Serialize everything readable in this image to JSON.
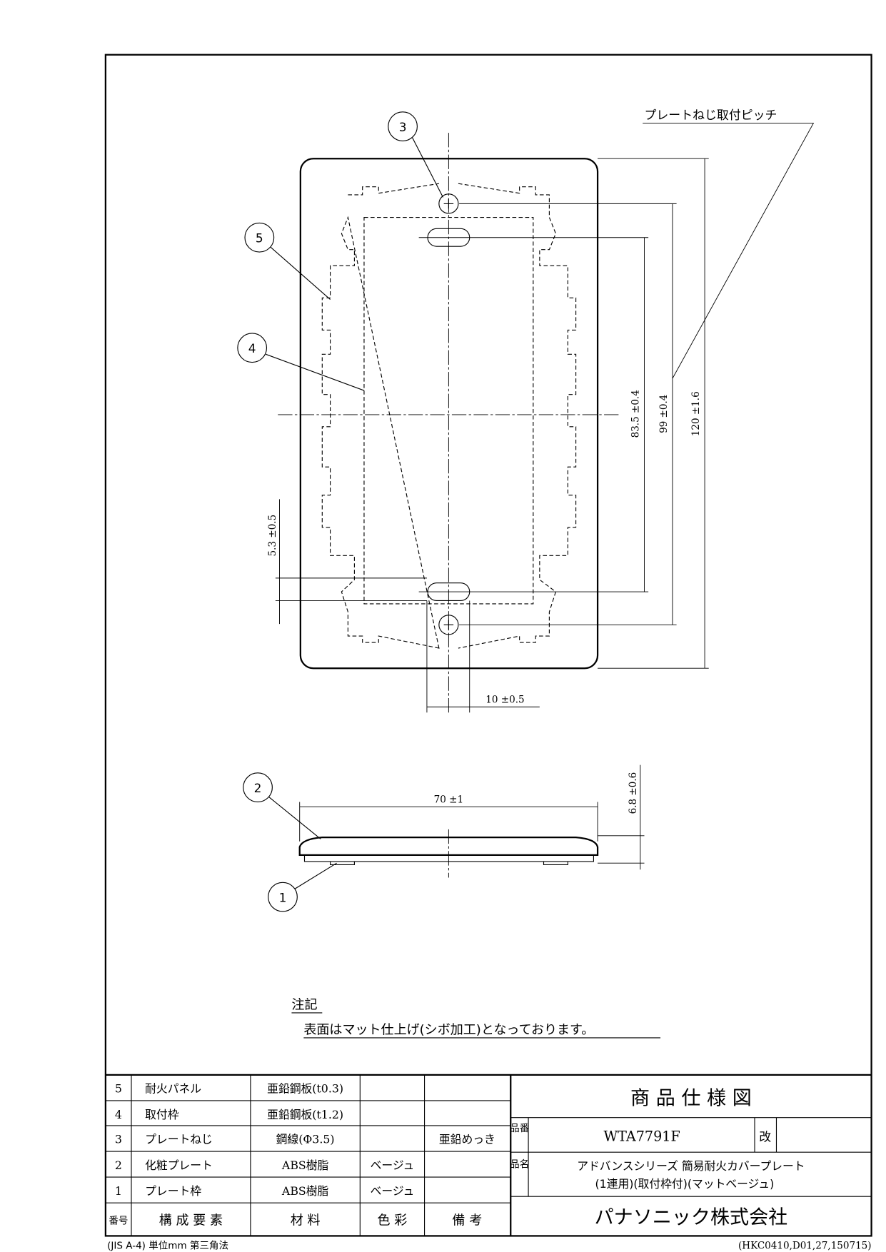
{
  "drawing": {
    "pitch_note": "プレートねじ取付ピッチ",
    "dimensions": {
      "height_total": "120 ±1.6",
      "screw_pitch": "99 ±0.4",
      "slot_pitch": "83.5 ±0.4",
      "slot_offset": "5.3 ±0.5",
      "slot_width": "10 ±0.5",
      "width_total": "70 ±1",
      "thickness": "6.8 ±0.6"
    },
    "balloons": [
      "1",
      "2",
      "3",
      "4",
      "5"
    ]
  },
  "notes": {
    "heading": "注記",
    "text": "表面はマット仕上げ(シボ加工)となっております。"
  },
  "parts_table": {
    "header": {
      "no": "番号",
      "component": "構 成 要 素",
      "material": "材 料",
      "color": "色 彩",
      "remarks": "備 考"
    },
    "rows": [
      {
        "no": "5",
        "component": "耐火パネル",
        "material": "亜鉛鋼板(t0.3)",
        "color": "",
        "remarks": ""
      },
      {
        "no": "4",
        "component": "取付枠",
        "material": "亜鉛鋼板(t1.2)",
        "color": "",
        "remarks": ""
      },
      {
        "no": "3",
        "component": "プレートねじ",
        "material": "鋼線(Φ3.5)",
        "color": "",
        "remarks": "亜鉛めっき"
      },
      {
        "no": "2",
        "component": "化粧プレート",
        "material": "ABS樹脂",
        "color": "ベージュ",
        "remarks": ""
      },
      {
        "no": "1",
        "component": "プレート枠",
        "material": "ABS樹脂",
        "color": "ベージュ",
        "remarks": ""
      }
    ]
  },
  "title_block": {
    "title": "商 品 仕 様 図",
    "part_no_label": "品番",
    "part_no": "WTA7791F",
    "revision_label": "改",
    "revision": "",
    "name_label": "品名",
    "name_line1": "アドバンスシリーズ 簡易耐火カバープレート",
    "name_line2": "(1連用)(取付枠付)(マットベージュ)",
    "company": "パナソニック株式会社"
  },
  "footer": {
    "left": "(JIS A-4) 単位mm 第三角法",
    "right": "(HKC0410,D01,27,150715)"
  }
}
